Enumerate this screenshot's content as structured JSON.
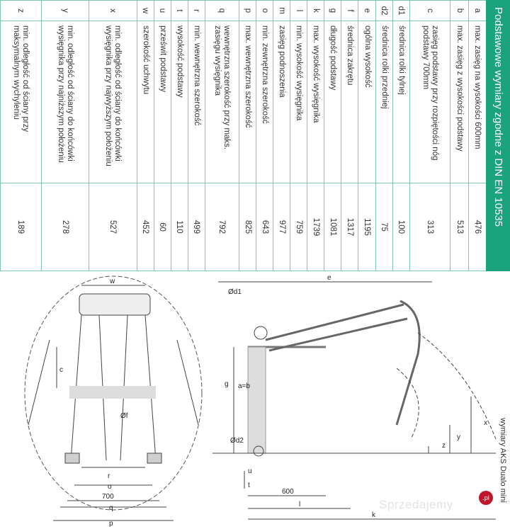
{
  "table": {
    "title": "Podstawowe wymiary zgodne z DIN EN 10535",
    "rows": [
      {
        "code": "a",
        "desc": "max. zasięg na wysokości 600mm",
        "value": "476"
      },
      {
        "code": "b",
        "desc": "max. zasięg z wysokości podstawy",
        "value": "513"
      },
      {
        "code": "c",
        "desc": "zasięg podstawy przy rozpiętości nóg podstawy 700mm",
        "value": "313"
      },
      {
        "code": "d1",
        "desc": "średnica rolki tylnej",
        "value": "100"
      },
      {
        "code": "d2",
        "desc": "średnica rolki przedniej",
        "value": "75"
      },
      {
        "code": "e",
        "desc": "ogólna wysokość",
        "value": "1195"
      },
      {
        "code": "f",
        "desc": "średnica zakrętu",
        "value": "1317"
      },
      {
        "code": "g",
        "desc": "długość podstawy",
        "value": "1081"
      },
      {
        "code": "k",
        "desc": "max. wysokość wysięgnika",
        "value": "1739"
      },
      {
        "code": "l",
        "desc": "min. wysokość wysięgnika",
        "value": "759"
      },
      {
        "code": "m",
        "desc": "zasięg podnoszenia",
        "value": "977"
      },
      {
        "code": "o",
        "desc": "min. zewnętrzna szerokość",
        "value": "643"
      },
      {
        "code": "p",
        "desc": "max. wewnętrzna szerokość",
        "value": "825"
      },
      {
        "code": "q",
        "desc": "wewnętrzna szerokość przy maks. zasięgu wysięgnika",
        "value": "792"
      },
      {
        "code": "r",
        "desc": "min. wewnętrzna szerokość",
        "value": "499"
      },
      {
        "code": "t",
        "desc": "wysokość podstawy",
        "value": "110"
      },
      {
        "code": "u",
        "desc": "prześwit podstawy",
        "value": "60"
      },
      {
        "code": "w",
        "desc": "szerokość uchwytu",
        "value": "452"
      },
      {
        "code": "x",
        "desc": "min. odległość od ściany do końcówki wysięgnika przy najwyższym położeniu",
        "value": "527"
      },
      {
        "code": "y",
        "desc": "min. odległość od ściany do końcówki wysięgnika przy najniższym położeniu",
        "value": "278"
      },
      {
        "code": "z",
        "desc": "min. odległość od ściany przy maksymalnym wychyleniu",
        "value": "189"
      }
    ]
  },
  "drawing": {
    "labels": {
      "w": "w",
      "c": "c",
      "f": "Øf",
      "r": "r",
      "o": "o",
      "d700": "700",
      "q": "q",
      "p": "p",
      "e": "e",
      "d1": "Ød1",
      "d2": "Ød2",
      "g": "g",
      "ab": "a=b",
      "u": "u",
      "t": "t",
      "d600": "600",
      "l": "l",
      "k": "k",
      "x": "x",
      "y": "y",
      "z": "z"
    },
    "caption": "wymiary AKS Dualo mini"
  },
  "watermark": {
    "text": "Sprzedajemy",
    "badge": ".pl"
  }
}
